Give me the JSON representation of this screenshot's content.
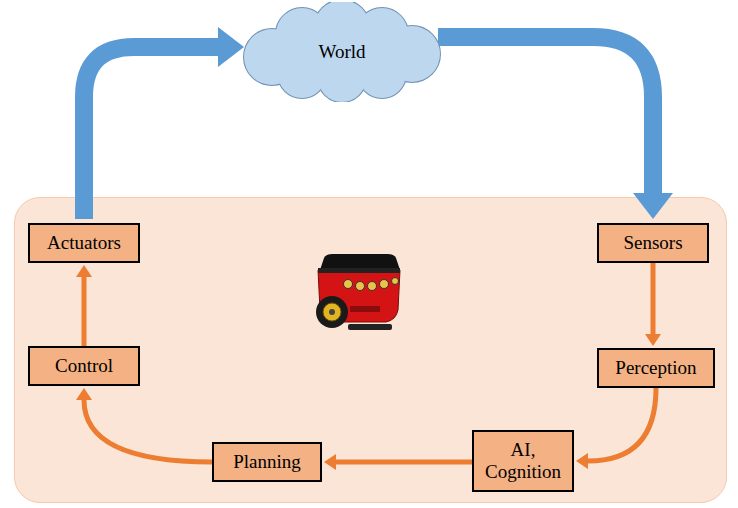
{
  "diagram": {
    "nodes": [
      {
        "text": [
          "World"
        ]
      },
      {
        "text": [
          "Sensors"
        ]
      },
      {
        "text": [
          "Perception"
        ]
      },
      {
        "text": [
          "AI, Cognition"
        ]
      },
      {
        "text": [
          "Planning"
        ]
      },
      {
        "text": [
          "Control"
        ]
      },
      {
        "text": [
          "Actuators"
        ]
      }
    ],
    "edges": [
      {
        "from": 0,
        "to": 1,
        "arrow": "to"
      },
      {
        "from": 1,
        "to": 2,
        "arrow": "to"
      },
      {
        "from": 2,
        "to": 3,
        "arrow": "to"
      },
      {
        "from": 3,
        "to": 4,
        "arrow": "to"
      },
      {
        "from": 4,
        "to": 5,
        "arrow": "to"
      },
      {
        "from": 5,
        "to": 6,
        "arrow": "to"
      },
      {
        "from": 6,
        "to": 0,
        "arrow": "to"
      }
    ]
  }
}
